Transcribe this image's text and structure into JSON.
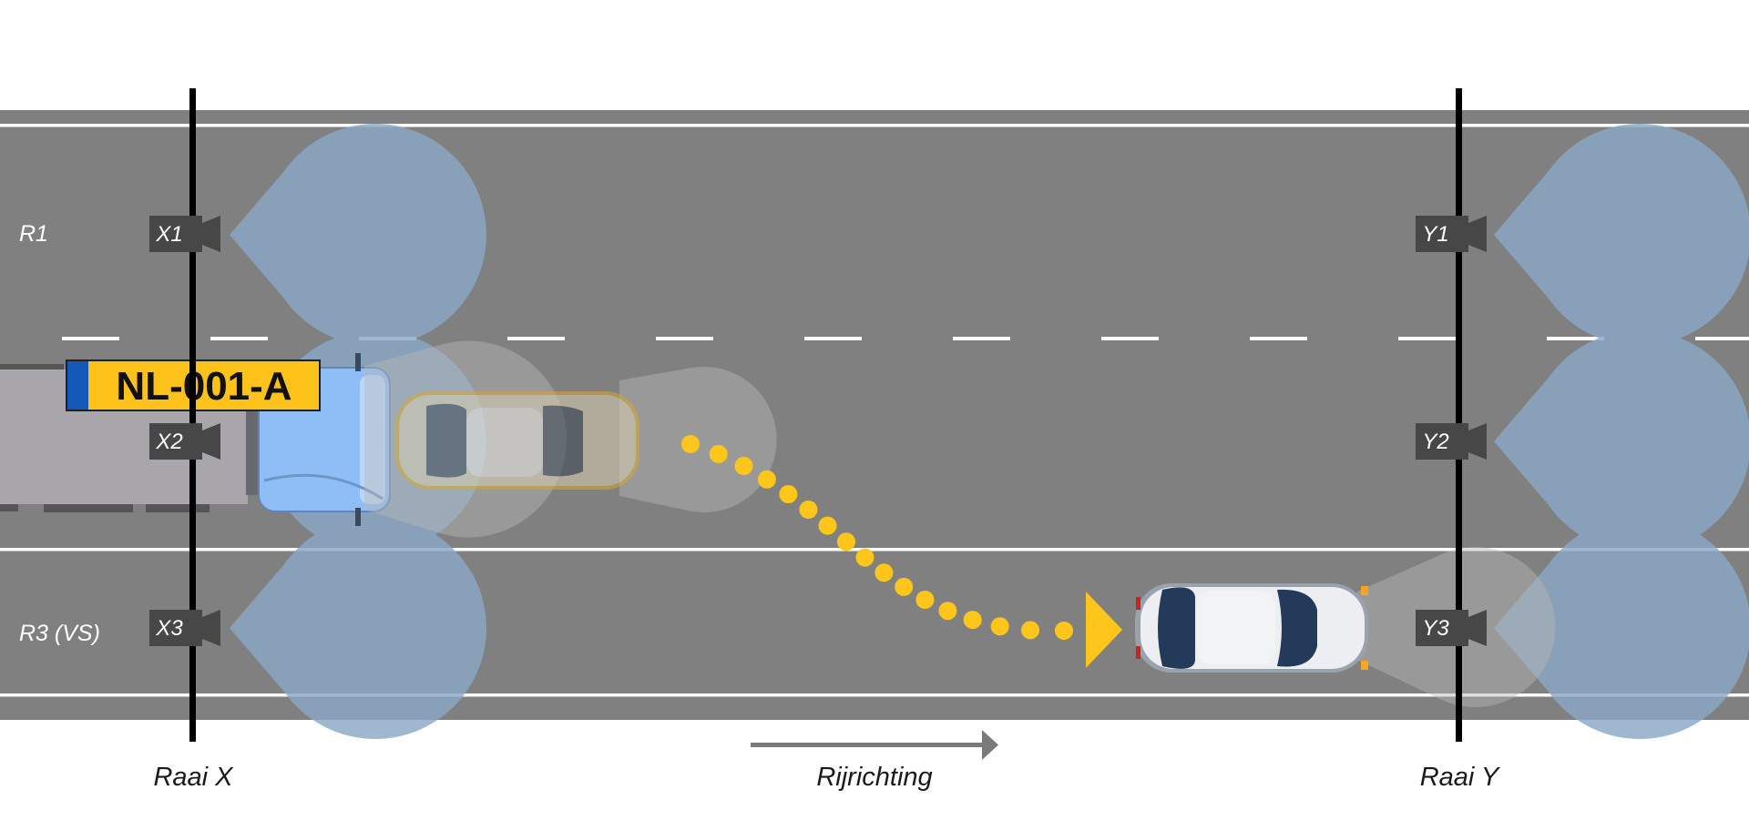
{
  "lanes": {
    "r1": "R1",
    "r3": "R3 (VS)"
  },
  "cameras": {
    "x1": "X1",
    "x2": "X2",
    "x3": "X3",
    "y1": "Y1",
    "y2": "Y2",
    "y3": "Y3"
  },
  "lines": {
    "raai_x": "Raai X",
    "raai_y": "Raai Y"
  },
  "direction": {
    "label": "Rijrichting"
  },
  "plate": {
    "text": "NL-001-A"
  },
  "colors": {
    "road": "#808080",
    "camera_body": "#474747",
    "camera_view": "#7f9ab3",
    "trajectory": "#fec61b",
    "truck_cab": "#8fbef6",
    "plate_yellow": "#fcc21a",
    "plate_blue": "#1459b9"
  },
  "icons": [
    "camera-icon",
    "truck-icon",
    "car-icon",
    "arrow-icon"
  ]
}
